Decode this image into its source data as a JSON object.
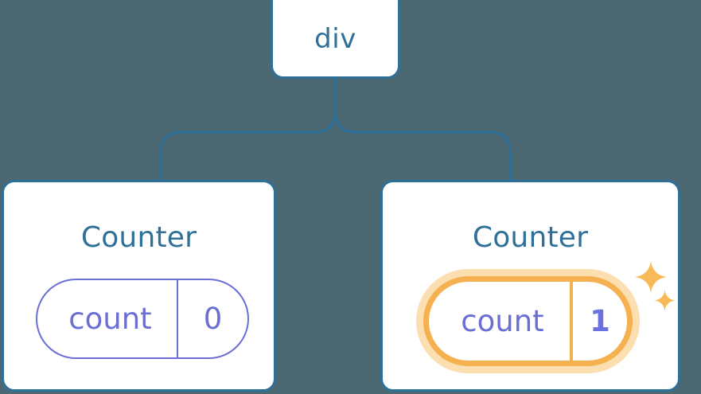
{
  "diagram": {
    "type": "component-tree",
    "background_color": "#4c6873",
    "accent_colors": {
      "node_border": "#2f7099",
      "node_title": "#2f7099",
      "state_pill": "#6b6fd4",
      "highlight_border": "#f5b04f",
      "highlight_glow": "#fcdfb0",
      "highlight_value": "#6b72dd",
      "sparkle": "#f8b957"
    },
    "root": {
      "label": "div"
    },
    "connector": {
      "from": "div",
      "to": [
        "counter-left",
        "counter-right"
      ],
      "style": "rounded-elbow-tree",
      "color": "#2f7099"
    },
    "children": [
      {
        "id": "counter-left",
        "title": "Counter",
        "state": {
          "key": "count",
          "value": "0",
          "highlighted": false,
          "value_bold": false
        },
        "sparkles": 0
      },
      {
        "id": "counter-right",
        "title": "Counter",
        "state": {
          "key": "count",
          "value": "1",
          "highlighted": true,
          "value_bold": true
        },
        "sparkles": 2
      }
    ]
  }
}
